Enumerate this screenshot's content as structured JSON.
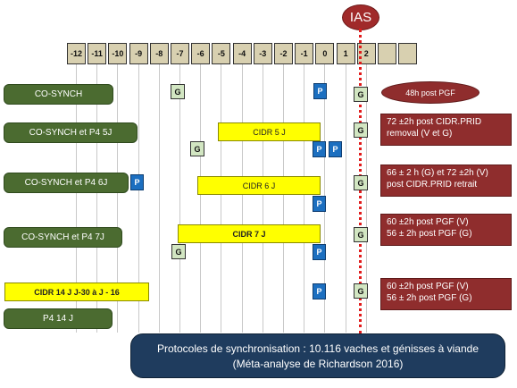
{
  "ias": "IAS",
  "days": [
    "-12",
    "-11",
    "-10",
    "-9",
    "-8",
    "-7",
    "-6",
    "-5",
    "-4",
    "-3",
    "-2",
    "-1",
    "0",
    "1",
    "2",
    "",
    ""
  ],
  "protocols": {
    "cosynch": "CO-SYNCH",
    "p4_5j": "CO-SYNCH et P4 5J",
    "p4_6j": "CO-SYNCH et P4 6J",
    "p4_7j": "CO-SYNCH et P4 7J",
    "cidr14": "CIDR 14 J J-30 à J - 16",
    "p4_14j": "P4 14 J"
  },
  "cidr": {
    "j5": "CIDR 5 J",
    "j6": "CIDR 6 J",
    "j7": "CIDR 7 J"
  },
  "markers": {
    "g": "G",
    "p": "P"
  },
  "notes": {
    "n1": "48h post PGF",
    "n2": [
      "72 ±2h post CIDR.PRID",
      "removal  (V et G)"
    ],
    "n3": [
      "66 ± 2 h (G) et 72 ±2h (V)",
      "post CIDR.PRID retrait"
    ],
    "n4": [
      "60 ±2h post PGF (V)",
      "56  ± 2h post PGF (G)"
    ],
    "n5": [
      "60 ±2h post PGF (V)",
      "56  ± 2h post PGF (G)"
    ]
  },
  "banner": {
    "line1": "Protocoles de synchronisation : 10.116 vaches et génisses à viande",
    "line2": "(Méta-analyse de Richardson  2016)"
  },
  "colors": {
    "protocol": "#4b6b30",
    "cidr": "#ffff00",
    "g_marker": "#d2e6c2",
    "p_marker": "#1c6fc0",
    "note": "#8f2d2d",
    "banner": "#1f3c5e",
    "ias_line": "#e11b1b"
  }
}
